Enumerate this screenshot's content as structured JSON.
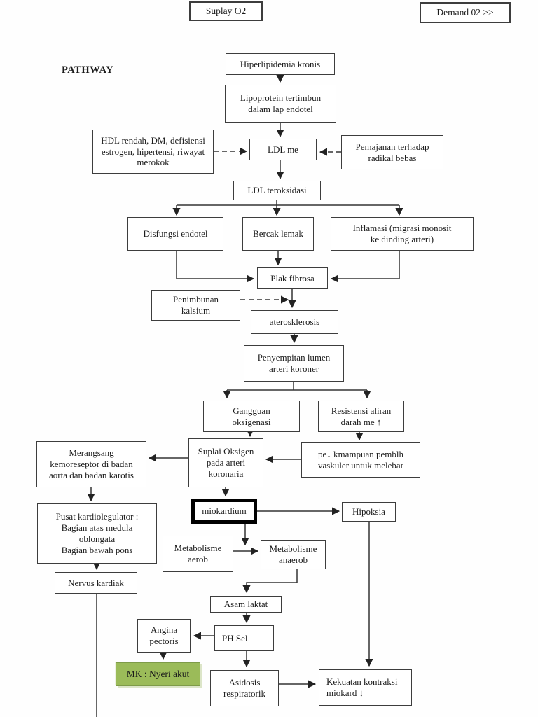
{
  "page": {
    "title": "PATHWAY"
  },
  "colors": {
    "box_border": "#3d3d3d",
    "connector_line": "#333333",
    "highlight_fill": "#9bbb59",
    "highlight_border": "#7e9b49",
    "text": "#1c1c1c"
  },
  "nodes": {
    "suplay_o2": {
      "label": "Suplay O2"
    },
    "demand_o2": {
      "label": "Demand 02 >>"
    },
    "hiperlipidemia": {
      "label": "Hiperlipidemia kronis"
    },
    "lipoprotein": {
      "label": "Lipoprotein tertimbun\ndalam lap endotel"
    },
    "hdl": {
      "label": "HDL rendah, DM, defisiensi\nestrogen, hipertensi, riwayat\nmerokok"
    },
    "ldl_me": {
      "label": "LDL me"
    },
    "pemajanan": {
      "label": "Pemajanan terhadap\nradikal bebas"
    },
    "ldl_teroksidasi": {
      "label": "LDL teroksidasi"
    },
    "disfungsi": {
      "label": "Disfungsi endotel"
    },
    "bercak": {
      "label": "Bercak lemak"
    },
    "inflamasi": {
      "label": "Inflamasi (migrasi monosit\nke dinding arteri)"
    },
    "plak": {
      "label": "Plak fibrosa"
    },
    "penimbunan": {
      "label": "Penimbunan\nkalsium"
    },
    "aterosklerosis": {
      "label": "aterosklerosis"
    },
    "penyempitan": {
      "label": "Penyempitan lumen\narteri koroner"
    },
    "gangguan": {
      "label": "Gangguan\noksigenasi"
    },
    "resistensi": {
      "label": "Resistensi aliran\ndarah me ↑"
    },
    "merangsang": {
      "label": "Merangsang\nkemoreseptor di badan\naorta dan badan karotis"
    },
    "suplai_oksigen": {
      "label": "Suplai Oksigen\npada arteri\nkoronaria"
    },
    "pe_kmampuan": {
      "label": "pe↓ kmampuan pemblh\nvaskuler untuk melebar"
    },
    "miokardium": {
      "label": "miokardium"
    },
    "hipoksia": {
      "label": "Hipoksia"
    },
    "pusat_kardiolegulator": {
      "label": "Pusat kardiolegulator :\nBagian atas medula\noblongata\nBagian bawah pons"
    },
    "nervus_kardiak": {
      "label": "Nervus kardiak"
    },
    "metabolisme_aerob": {
      "label": "Metabolisme\naerob"
    },
    "metabolisme_anaerob": {
      "label": "Metabolisme\nanaerob"
    },
    "asam_laktat": {
      "label": "Asam laktat"
    },
    "angina_pectoris": {
      "label": "Angina\npectoris"
    },
    "ph_sel": {
      "label": "PH Sel"
    },
    "mk_nyeri_akut": {
      "label": "MK : Nyeri akut"
    },
    "asidosis": {
      "label": "Asidosis\nrespiratorik"
    },
    "kekuatan_kontraksi": {
      "label": "Kekuatan kontraksi\nmiokard ↓"
    }
  }
}
